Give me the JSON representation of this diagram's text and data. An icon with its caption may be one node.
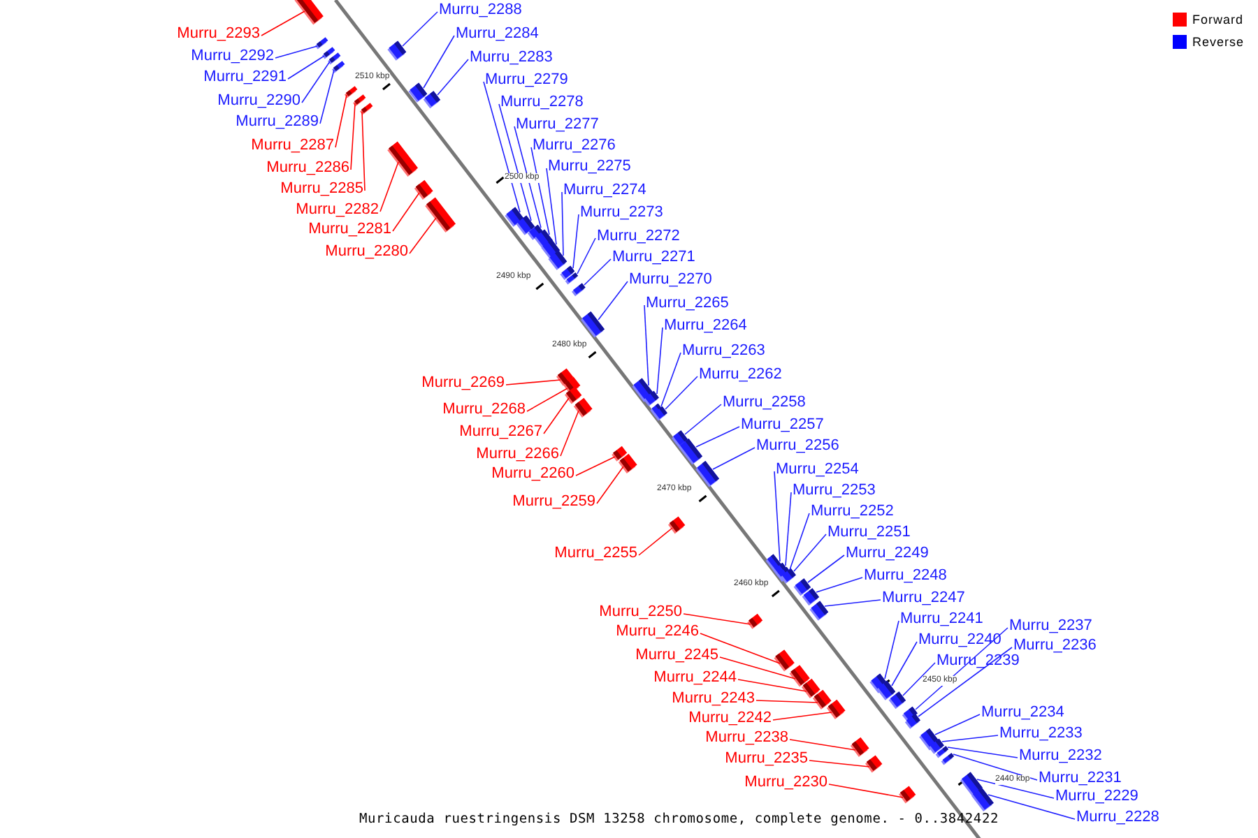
{
  "diagram": {
    "caption": "Muricauda ruestringensis DSM 13258 chromosome, complete genome. - 0..3842422",
    "nodes": [
      {
        "text": [
          "Murru_2293"
        ]
      },
      {
        "text": [
          "Murru_2292"
        ]
      },
      {
        "text": [
          "Murru_2291"
        ]
      },
      {
        "text": [
          "Murru_2290"
        ]
      },
      {
        "text": [
          "Murru_2289"
        ]
      },
      {
        "text": [
          "Murru_2287"
        ]
      },
      {
        "text": [
          "Murru_2286"
        ]
      },
      {
        "text": [
          "Murru_2285"
        ]
      },
      {
        "text": [
          "Murru_2282"
        ]
      },
      {
        "text": [
          "Murru_2281"
        ]
      },
      {
        "text": [
          "Murru_2280"
        ]
      },
      {
        "text": [
          "Murru_2269"
        ]
      },
      {
        "text": [
          "Murru_2268"
        ]
      },
      {
        "text": [
          "Murru_2267"
        ]
      },
      {
        "text": [
          "Murru_2266"
        ]
      },
      {
        "text": [
          "Murru_2260"
        ]
      },
      {
        "text": [
          "Murru_2259"
        ]
      },
      {
        "text": [
          "Murru_2255"
        ]
      },
      {
        "text": [
          "Murru_2250"
        ]
      },
      {
        "text": [
          "Murru_2246"
        ]
      },
      {
        "text": [
          "Murru_2245"
        ]
      },
      {
        "text": [
          "Murru_2244"
        ]
      },
      {
        "text": [
          "Murru_2243"
        ]
      },
      {
        "text": [
          "Murru_2242"
        ]
      },
      {
        "text": [
          "Murru_2238"
        ]
      },
      {
        "text": [
          "Murru_2235"
        ]
      },
      {
        "text": [
          "Murru_2230"
        ]
      },
      {
        "text": [
          "Murru_2288"
        ]
      },
      {
        "text": [
          "Murru_2284"
        ]
      },
      {
        "text": [
          "Murru_2283"
        ]
      },
      {
        "text": [
          "Murru_2279"
        ]
      },
      {
        "text": [
          "Murru_2278"
        ]
      },
      {
        "text": [
          "Murru_2277"
        ]
      },
      {
        "text": [
          "Murru_2276"
        ]
      },
      {
        "text": [
          "Murru_2275"
        ]
      },
      {
        "text": [
          "Murru_2274"
        ]
      },
      {
        "text": [
          "Murru_2273"
        ]
      },
      {
        "text": [
          "Murru_2272"
        ]
      },
      {
        "text": [
          "Murru_2271"
        ]
      },
      {
        "text": [
          "Murru_2270"
        ]
      },
      {
        "text": [
          "Murru_2265"
        ]
      },
      {
        "text": [
          "Murru_2264"
        ]
      },
      {
        "text": [
          "Murru_2263"
        ]
      },
      {
        "text": [
          "Murru_2262"
        ]
      },
      {
        "text": [
          "Murru_2258"
        ]
      },
      {
        "text": [
          "Murru_2257"
        ]
      },
      {
        "text": [
          "Murru_2256"
        ]
      },
      {
        "text": [
          "Murru_2254"
        ]
      },
      {
        "text": [
          "Murru_2253"
        ]
      },
      {
        "text": [
          "Murru_2252"
        ]
      },
      {
        "text": [
          "Murru_2251"
        ]
      },
      {
        "text": [
          "Murru_2249"
        ]
      },
      {
        "text": [
          "Murru_2248"
        ]
      },
      {
        "text": [
          "Murru_2247"
        ]
      },
      {
        "text": [
          "Murru_2241"
        ]
      },
      {
        "text": [
          "Murru_2240"
        ]
      },
      {
        "text": [
          "Murru_2239"
        ]
      },
      {
        "text": [
          "Murru_2237"
        ]
      },
      {
        "text": [
          "Murru_2236"
        ]
      },
      {
        "text": [
          "Murru_2234"
        ]
      },
      {
        "text": [
          "Murru_2233"
        ]
      },
      {
        "text": [
          "Murru_2232"
        ]
      },
      {
        "text": [
          "Murru_2231"
        ]
      },
      {
        "text": [
          "Murru_2229"
        ]
      },
      {
        "text": [
          "Murru_2228"
        ]
      },
      {
        "text": [],
        "shape": "box"
      },
      {
        "text": [],
        "shape": "box"
      },
      {
        "text": [],
        "shape": "box"
      },
      {
        "text": [],
        "shape": "box"
      },
      {
        "text": [],
        "shape": "box"
      },
      {
        "text": [],
        "shape": "box"
      },
      {
        "text": [],
        "shape": "box"
      },
      {
        "text": [],
        "shape": "box"
      },
      {
        "text": [],
        "shape": "box"
      },
      {
        "text": [],
        "shape": "box"
      },
      {
        "text": [],
        "shape": "box"
      },
      {
        "text": [],
        "shape": "box"
      },
      {
        "text": [],
        "shape": "box"
      },
      {
        "text": [],
        "shape": "box"
      },
      {
        "text": [],
        "shape": "box"
      },
      {
        "text": [],
        "shape": "box"
      },
      {
        "text": [],
        "shape": "box"
      },
      {
        "text": [],
        "shape": "box"
      },
      {
        "text": [],
        "shape": "box"
      },
      {
        "text": [],
        "shape": "box"
      },
      {
        "text": [],
        "shape": "box"
      },
      {
        "text": [],
        "shape": "box"
      },
      {
        "text": [],
        "shape": "box"
      },
      {
        "text": [],
        "shape": "box"
      },
      {
        "text": [],
        "shape": "box"
      },
      {
        "text": [],
        "shape": "box"
      },
      {
        "text": [],
        "shape": "box"
      },
      {
        "text": [],
        "shape": "box"
      },
      {
        "text": [],
        "shape": "box"
      },
      {
        "text": [],
        "shape": "box"
      },
      {
        "text": [],
        "shape": "box"
      },
      {
        "text": [],
        "shape": "box"
      },
      {
        "text": [],
        "shape": "box"
      },
      {
        "text": [],
        "shape": "box"
      },
      {
        "text": [],
        "shape": "box"
      },
      {
        "text": [],
        "shape": "box"
      },
      {
        "text": [],
        "shape": "box"
      },
      {
        "text": [],
        "shape": "box"
      },
      {
        "text": [],
        "shape": "box"
      },
      {
        "text": [],
        "shape": "box"
      },
      {
        "text": [],
        "shape": "box"
      },
      {
        "text": [],
        "shape": "box"
      },
      {
        "text": [],
        "shape": "box"
      },
      {
        "text": [],
        "shape": "box"
      },
      {
        "text": [],
        "shape": "box"
      },
      {
        "text": [],
        "shape": "box"
      },
      {
        "text": [],
        "shape": "box"
      },
      {
        "text": [],
        "shape": "box"
      },
      {
        "text": [],
        "shape": "box"
      },
      {
        "text": [],
        "shape": "box"
      },
      {
        "text": [],
        "shape": "box"
      },
      {
        "text": [],
        "shape": "box"
      },
      {
        "text": [],
        "shape": "box"
      },
      {
        "text": [],
        "shape": "box"
      },
      {
        "text": [],
        "shape": "box"
      },
      {
        "text": [],
        "shape": "box"
      },
      {
        "text": [],
        "shape": "box"
      },
      {
        "text": [],
        "shape": "box"
      },
      {
        "text": [],
        "shape": "box"
      },
      {
        "text": [],
        "shape": "box"
      },
      {
        "text": [],
        "shape": "box"
      },
      {
        "text": [],
        "shape": "box"
      },
      {
        "text": [],
        "shape": "box"
      },
      {
        "text": [],
        "shape": "box"
      },
      {
        "text": [],
        "shape": "box"
      }
    ],
    "edges": [
      {
        "from": 0,
        "to": 65,
        "arrow": "none",
        "color": "#ff0000"
      },
      {
        "from": 1,
        "to": 66,
        "arrow": "none"
      },
      {
        "from": 2,
        "to": 67,
        "arrow": "none"
      },
      {
        "from": 3,
        "to": 68,
        "arrow": "none"
      },
      {
        "from": 4,
        "to": 69,
        "arrow": "none"
      },
      {
        "from": 5,
        "to": 70,
        "arrow": "none",
        "color": "#ff0000"
      },
      {
        "from": 6,
        "to": 71,
        "arrow": "none",
        "color": "#ff0000"
      },
      {
        "from": 7,
        "to": 72,
        "arrow": "none",
        "color": "#ff0000"
      },
      {
        "from": 8,
        "to": 73,
        "arrow": "none",
        "color": "#ff0000"
      },
      {
        "from": 9,
        "to": 74,
        "arrow": "none",
        "color": "#ff0000"
      },
      {
        "from": 10,
        "to": 75,
        "arrow": "none",
        "color": "#ff0000"
      },
      {
        "from": 11,
        "to": 76,
        "arrow": "none",
        "color": "#ff0000"
      },
      {
        "from": 12,
        "to": 77,
        "arrow": "none",
        "color": "#ff0000"
      },
      {
        "from": 13,
        "to": 78,
        "arrow": "none",
        "color": "#ff0000"
      },
      {
        "from": 14,
        "to": 79,
        "arrow": "none",
        "color": "#ff0000"
      },
      {
        "from": 15,
        "to": 80,
        "arrow": "none",
        "color": "#ff0000"
      },
      {
        "from": 16,
        "to": 81,
        "arrow": "none",
        "color": "#ff0000"
      },
      {
        "from": 17,
        "to": 82,
        "arrow": "none",
        "color": "#ff0000"
      },
      {
        "from": 18,
        "to": 83,
        "arrow": "none",
        "color": "#ff0000"
      },
      {
        "from": 19,
        "to": 84,
        "arrow": "none",
        "color": "#ff0000"
      },
      {
        "from": 20,
        "to": 85,
        "arrow": "none",
        "color": "#ff0000"
      },
      {
        "from": 21,
        "to": 86,
        "arrow": "none",
        "color": "#ff0000"
      },
      {
        "from": 22,
        "to": 87,
        "arrow": "none",
        "color": "#ff0000"
      },
      {
        "from": 23,
        "to": 88,
        "arrow": "none",
        "color": "#ff0000"
      },
      {
        "from": 24,
        "to": 89,
        "arrow": "none",
        "color": "#ff0000"
      },
      {
        "from": 25,
        "to": 90,
        "arrow": "none",
        "color": "#ff0000"
      },
      {
        "from": 26,
        "to": 91,
        "arrow": "none",
        "color": "#ff0000"
      },
      {
        "from": 27,
        "to": 92,
        "arrow": "none"
      },
      {
        "from": 28,
        "to": 93,
        "arrow": "none"
      },
      {
        "from": 29,
        "to": 94,
        "arrow": "none"
      },
      {
        "from": 30,
        "to": 95,
        "arrow": "none"
      },
      {
        "from": 31,
        "to": 96,
        "arrow": "none"
      },
      {
        "from": 32,
        "to": 97,
        "arrow": "none"
      },
      {
        "from": 33,
        "to": 98,
        "arrow": "none"
      },
      {
        "from": 34,
        "to": 99,
        "arrow": "none"
      },
      {
        "from": 35,
        "to": 100,
        "arrow": "none"
      },
      {
        "from": 36,
        "to": 101,
        "arrow": "none"
      },
      {
        "from": 37,
        "to": 102,
        "arrow": "none"
      },
      {
        "from": 38,
        "to": 103,
        "arrow": "none"
      },
      {
        "from": 39,
        "to": 104,
        "arrow": "none"
      },
      {
        "from": 40,
        "to": 105,
        "arrow": "none"
      },
      {
        "from": 41,
        "to": 106,
        "arrow": "none"
      },
      {
        "from": 42,
        "to": 107,
        "arrow": "none"
      },
      {
        "from": 43,
        "to": 108,
        "arrow": "none"
      },
      {
        "from": 44,
        "to": 109,
        "arrow": "none"
      },
      {
        "from": 45,
        "to": 110,
        "arrow": "none"
      },
      {
        "from": 46,
        "to": 111,
        "arrow": "none"
      },
      {
        "from": 47,
        "to": 112,
        "arrow": "none"
      },
      {
        "from": 48,
        "to": 113,
        "arrow": "none"
      },
      {
        "from": 49,
        "to": 114,
        "arrow": "none"
      },
      {
        "from": 50,
        "to": 115,
        "arrow": "none"
      },
      {
        "from": 51,
        "to": 116,
        "arrow": "none"
      },
      {
        "from": 52,
        "to": 117,
        "arrow": "none"
      },
      {
        "from": 53,
        "to": 118,
        "arrow": "none"
      },
      {
        "from": 54,
        "to": 119,
        "arrow": "none"
      },
      {
        "from": 55,
        "to": 120,
        "arrow": "none"
      },
      {
        "from": 56,
        "to": 121,
        "arrow": "none"
      },
      {
        "from": 57,
        "to": 122,
        "arrow": "none"
      },
      {
        "from": 58,
        "to": 123,
        "arrow": "none"
      },
      {
        "from": 59,
        "to": 124,
        "arrow": "none"
      },
      {
        "from": 60,
        "to": 125,
        "arrow": "none"
      },
      {
        "from": 61,
        "to": 126,
        "arrow": "none"
      },
      {
        "from": 62,
        "to": 127,
        "arrow": "none"
      },
      {
        "from": 63,
        "to": 128,
        "arrow": "none"
      },
      {
        "from": 64,
        "to": 129,
        "arrow": "none"
      }
    ],
    "labels": [
      "2510 kbp",
      "2500 kbp",
      "2490 kbp",
      "2480 kbp",
      "2470 kbp",
      "2460 kbp",
      "2450 kbp",
      "2440 kbp"
    ],
    "legend": [
      {
        "text": "Forward",
        "color": "#ff0000"
      },
      {
        "text": "Reverse",
        "color": "#0000ff"
      }
    ]
  }
}
